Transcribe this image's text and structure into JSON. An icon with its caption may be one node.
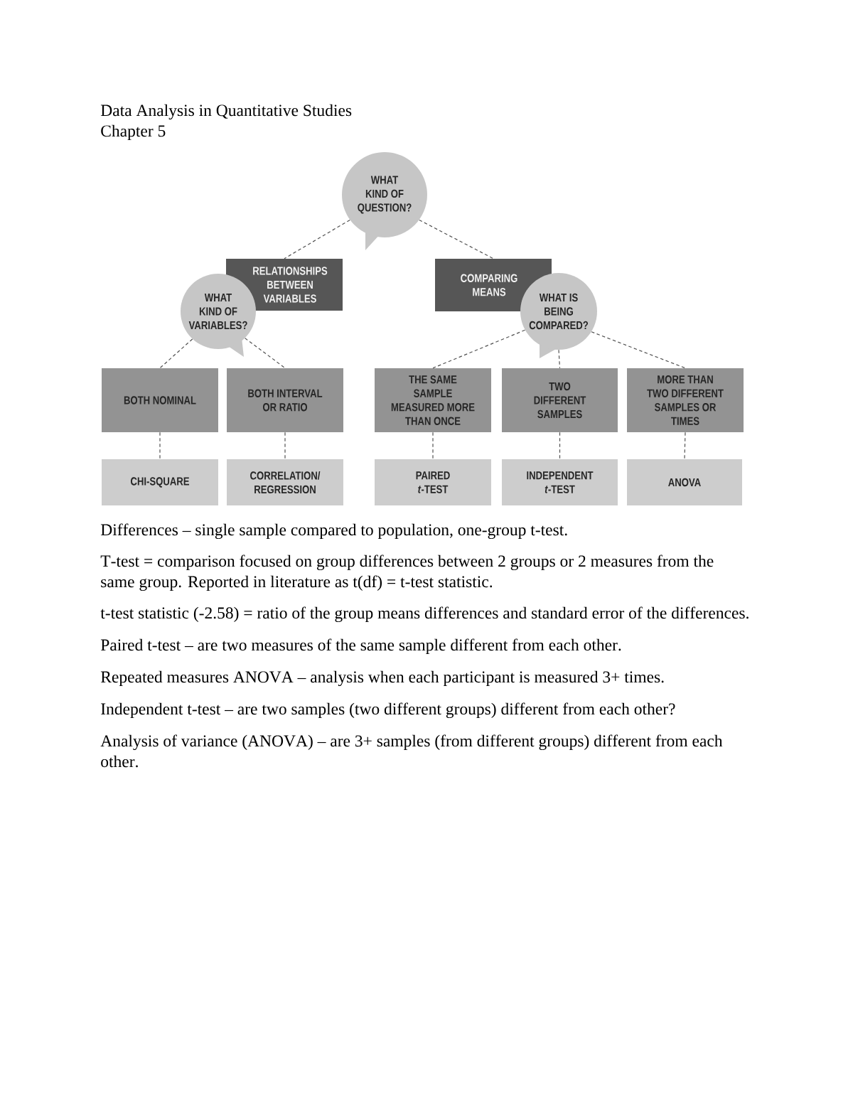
{
  "diagram": {
    "title": "Data Analysis in Quantitative Studies",
    "nodes": [
      {
        "text": [
          "WHAT KIND OF QUESTION?"
        ]
      },
      {
        "text": [
          "RELATIONSHIPS BETWEEN VARIABLES"
        ]
      },
      {
        "text": [
          "WHAT KIND OF VARIABLES?"
        ]
      },
      {
        "text": [
          "COMPARING MEANS"
        ]
      },
      {
        "text": [
          "WHAT IS BEING COMPARED?"
        ]
      },
      {
        "text": [
          "BOTH NOMINAL"
        ]
      },
      {
        "text": [
          "BOTH INTERVAL OR RATIO"
        ]
      },
      {
        "text": [
          "THE SAME SAMPLE MEASURED MORE THAN ONCE"
        ]
      },
      {
        "text": [
          "TWO DIFFERENT SAMPLES"
        ]
      },
      {
        "text": [
          "MORE THAN TWO DIFFERENT SAMPLES OR TIMES"
        ]
      },
      {
        "text": [
          "CHI-SQUARE"
        ]
      },
      {
        "text": [
          "CORRELATION/ REGRESSION"
        ]
      },
      {
        "text": [
          "PAIRED *t*-TEST"
        ]
      },
      {
        "text": [
          "INDEPENDENT *t*-TEST"
        ]
      },
      {
        "text": [
          "ANOVA"
        ]
      }
    ],
    "edges": [
      {
        "from": 0,
        "to": 1,
        "arrow": "none",
        "style": "dashed"
      },
      {
        "from": 0,
        "to": 3,
        "arrow": "none",
        "style": "dashed"
      },
      {
        "from": 2,
        "to": 5,
        "arrow": "none",
        "style": "dashed"
      },
      {
        "from": 2,
        "to": 6,
        "arrow": "none",
        "style": "dashed"
      },
      {
        "from": 4,
        "to": 7,
        "arrow": "none",
        "style": "dashed"
      },
      {
        "from": 4,
        "to": 8,
        "arrow": "none",
        "style": "dashed"
      },
      {
        "from": 4,
        "to": 9,
        "arrow": "none",
        "style": "dashed"
      },
      {
        "from": 5,
        "to": 10,
        "arrow": "none",
        "style": "dashed"
      },
      {
        "from": 6,
        "to": 11,
        "arrow": "none",
        "style": "dashed"
      },
      {
        "from": 7,
        "to": 12,
        "arrow": "none",
        "style": "dashed"
      },
      {
        "from": 8,
        "to": 13,
        "arrow": "none",
        "style": "dashed"
      },
      {
        "from": 9,
        "to": 14,
        "arrow": "none",
        "style": "dashed"
      }
    ],
    "labels": [
      "Chapter 5",
      "Differences – single sample compared to population, one-group t-test.",
      "T-test = comparison focused on group differences between 2 groups or 2 measures from the same group. Reported in literature as t(df) = t-test statistic.",
      "t-test statistic (-2.58) = ratio of the group means differences and standard error of the differences.",
      "Paired t-test – are two measures of the same sample different from each other.",
      "Repeated measures ANOVA – analysis when each participant is measured 3+ times.",
      "Independent t-test – are two samples (two different groups) different from each other?",
      "Analysis of variance (ANOVA) – are 3+ samples (from different groups) different from each other."
    ]
  }
}
